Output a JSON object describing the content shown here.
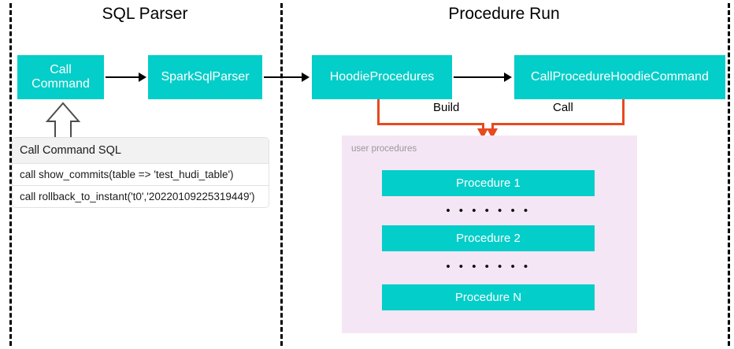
{
  "sections": [
    {
      "title": "SQL Parser"
    },
    {
      "title": "Procedure Run"
    }
  ],
  "nodes": {
    "call_command": "Call\nCommand",
    "call_command_line1": "Call",
    "call_command_line2": "Command",
    "spark_sql_parser": "SparkSqlParser",
    "hoodie_procedures": "HoodieProcedures",
    "call_procedure_hoodie_command": "CallProcedureHoodieCommand"
  },
  "sql_table": {
    "header": "Call Command SQL",
    "rows": [
      "call show_commits(table => 'test_hudi_table')",
      "call rollback_to_instant('t0','20220109225319449')"
    ]
  },
  "connectors": {
    "build_label": "Build",
    "call_label": "Call"
  },
  "procedures_panel": {
    "label": "user procedures",
    "items": [
      {
        "type": "box",
        "label": "Procedure 1"
      },
      {
        "type": "dots",
        "label": "• • • • • • •"
      },
      {
        "type": "box",
        "label": "Procedure 2"
      },
      {
        "type": "dots",
        "label": "• • • • • • •"
      },
      {
        "type": "box",
        "label": "Procedure N"
      }
    ]
  },
  "colors": {
    "teal": "#03CEC9",
    "orange": "#E8491F",
    "panel_purple": "#F5E6F5",
    "separator": "#000000",
    "arrow": "#000000"
  }
}
